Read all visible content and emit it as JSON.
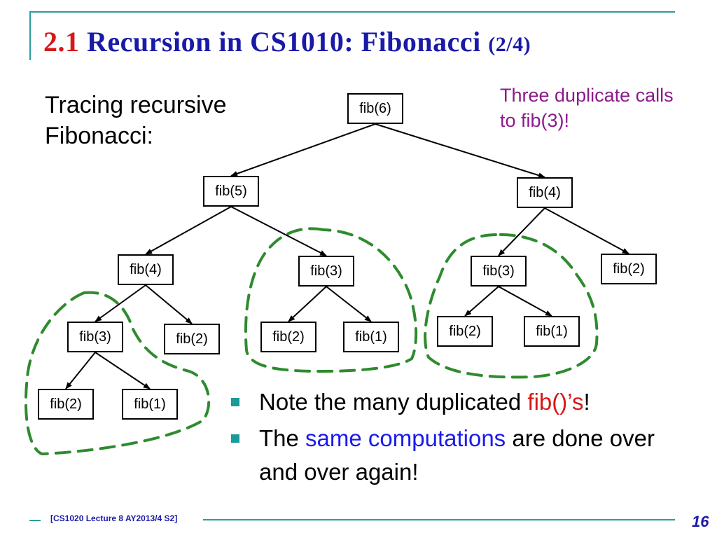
{
  "title": {
    "number": "2.1",
    "text": "Recursion in CS1010: Fibonacci",
    "page": "(2/4)"
  },
  "intro": "Tracing recursive Fibonacci:",
  "note": "Three duplicate calls to fib(3)!",
  "tree": {
    "nodes": [
      {
        "id": "n6",
        "label": "fib(6)"
      },
      {
        "id": "n5",
        "label": "fib(5)"
      },
      {
        "id": "n4r",
        "label": "fib(4)"
      },
      {
        "id": "n4l",
        "label": "fib(4)"
      },
      {
        "id": "n3m",
        "label": "fib(3)"
      },
      {
        "id": "n3r",
        "label": "fib(3)"
      },
      {
        "id": "n2rr",
        "label": "fib(2)"
      },
      {
        "id": "n3l",
        "label": "fib(3)"
      },
      {
        "id": "n2l",
        "label": "fib(2)"
      },
      {
        "id": "n2m",
        "label": "fib(2)"
      },
      {
        "id": "n1m",
        "label": "fib(1)"
      },
      {
        "id": "n2r",
        "label": "fib(2)"
      },
      {
        "id": "n1r",
        "label": "fib(1)"
      },
      {
        "id": "n2ll",
        "label": "fib(2)"
      },
      {
        "id": "n1ll",
        "label": "fib(1)"
      }
    ],
    "edges": [
      [
        "n6",
        "n5"
      ],
      [
        "n6",
        "n4r"
      ],
      [
        "n5",
        "n4l"
      ],
      [
        "n5",
        "n3m"
      ],
      [
        "n4r",
        "n3r"
      ],
      [
        "n4r",
        "n2rr"
      ],
      [
        "n4l",
        "n3l"
      ],
      [
        "n4l",
        "n2l"
      ],
      [
        "n3m",
        "n2m"
      ],
      [
        "n3m",
        "n1m"
      ],
      [
        "n3r",
        "n2r"
      ],
      [
        "n3r",
        "n1r"
      ],
      [
        "n3l",
        "n2ll"
      ],
      [
        "n3l",
        "n1ll"
      ]
    ],
    "highlighted_subtrees": [
      "n3l",
      "n3m",
      "n3r"
    ]
  },
  "bullets": [
    {
      "parts": [
        {
          "text": "Note the many duplicated ",
          "style": "plain"
        },
        {
          "text": "fib()’s",
          "style": "red"
        },
        {
          "text": "!",
          "style": "plain"
        }
      ]
    },
    {
      "parts": [
        {
          "text": "The ",
          "style": "plain"
        },
        {
          "text": "same computations",
          "style": "blue"
        },
        {
          "text": " are done over and over again!",
          "style": "plain"
        }
      ]
    }
  ],
  "footer": {
    "text": "[CS1020 Lecture 8 AY2013/4 S2]",
    "page": "16"
  },
  "colors": {
    "accent": "#2a9d9d",
    "title": "#1a1aa8",
    "highlight": "#d61818",
    "note": "#8b1a8b",
    "dash": "#2e8b2e",
    "link": "#1a1aee"
  }
}
